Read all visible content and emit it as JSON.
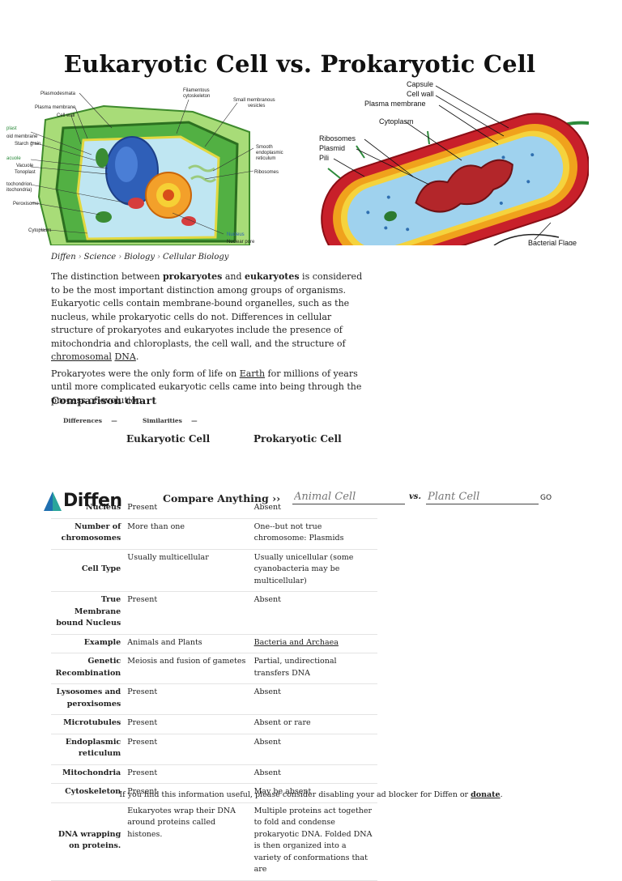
{
  "page": {
    "title": "Eukaryotic Cell vs. Prokaryotic Cell"
  },
  "euk_image": {
    "labels": [
      "Plasmodesmata",
      "Plasma membrane",
      "Cell wall",
      "Filamentous cytoskeleton",
      "Small membranous vesicles",
      "Smooth endoplasmic reticulum",
      "Ribosomes",
      "plast",
      "oid membrane",
      "Starch grain",
      "acuole",
      "Vacuole",
      "Tonoplast",
      "tochondrion",
      "itochondria)",
      "Peroxisome",
      "Cytoplasm",
      "Nucleus",
      "Nuclear pore"
    ]
  },
  "pro_image": {
    "labels": [
      "Capsule",
      "Cell wall",
      "Plasma membrane",
      "Cytoplasm",
      "Ribosomes",
      "Plasmid",
      "Pili",
      "Bacterial Flage"
    ]
  },
  "breadcrumb": [
    "Diffen",
    "Science",
    "Biology",
    "Cellular Biology"
  ],
  "intro": {
    "p1_a": "The distinction between ",
    "p1_b": "prokaryotes",
    "p1_c": " and ",
    "p1_d": "eukaryotes",
    "p1_e": " is considered to be the most important distinction among groups of organisms. Eukaryotic cells contain membrane-bound organelles, such as the nucleus, while prokaryotic cells do not. Differences in cellular structure of prokaryotes and eukaryotes include the presence of mitochondria and chloroplasts, the cell wall, and the structure of ",
    "p1_f": "chromosomal",
    "p1_g": " ",
    "p1_h": "DNA",
    "p1_i": ".",
    "p2_a": "Prokaryotes were the only form of life on ",
    "p2_b": "Earth",
    "p2_c": " for millions of years until more complicated eukaryotic cells came into being through the process of evolution."
  },
  "comparison": {
    "title": "Comparison chart",
    "toggle_diff": "Differences",
    "toggle_sim": "Similarities",
    "dash": "—",
    "col1": "Eukaryotic Cell",
    "col2": "Prokaryotic Cell"
  },
  "diffen_bar": {
    "logo": "Diffen",
    "compare": "Compare Anything ››",
    "input1_placeholder": "Animal Cell",
    "vs": "vs.",
    "input2_placeholder": "Plant Cell",
    "go": "GO"
  },
  "rows": [
    {
      "label": "Nucleus",
      "euk": "Present",
      "pro": "Absent"
    },
    {
      "label": "Number of chromosomes",
      "euk": "More than one",
      "pro": "One--but not true chromosome: Plasmids"
    },
    {
      "label": "Cell Type",
      "euk": "Usually multicellular",
      "pro": "Usually unicellular (some cyanobacteria may be multicellular)"
    },
    {
      "label": "True Membrane bound Nucleus",
      "euk": "Present",
      "pro": "Absent"
    },
    {
      "label": "Example",
      "euk": "Animals and Plants",
      "pro": "Bacteria and Archaea"
    },
    {
      "label": "Genetic Recombination",
      "euk": "Meiosis and fusion of gametes",
      "pro": "Partial, undirectional transfers DNA"
    },
    {
      "label": "Lysosomes and peroxisomes",
      "euk": "Present",
      "pro": "Absent"
    },
    {
      "label": "Microtubules",
      "euk": "Present",
      "pro": "Absent or rare"
    },
    {
      "label": "Endoplasmic reticulum",
      "euk": "Present",
      "pro": "Absent"
    },
    {
      "label": "Mitochondria",
      "euk": "Present",
      "pro": "Absent"
    },
    {
      "label": "Cytoskeleton",
      "euk": "Present",
      "pro": "May be absent"
    },
    {
      "label": "DNA wrapping on proteins.",
      "euk": "Eukaryotes wrap their DNA around proteins called histones.",
      "pro": "Multiple proteins act together to fold and condense prokaryotic DNA. Folded DNA is then organized into a variety of conformations that are"
    }
  ],
  "ad_note": {
    "text": "If you find this information useful, please consider disabling your ad blocker for Diffen or ",
    "link": "donate",
    "end": "."
  }
}
